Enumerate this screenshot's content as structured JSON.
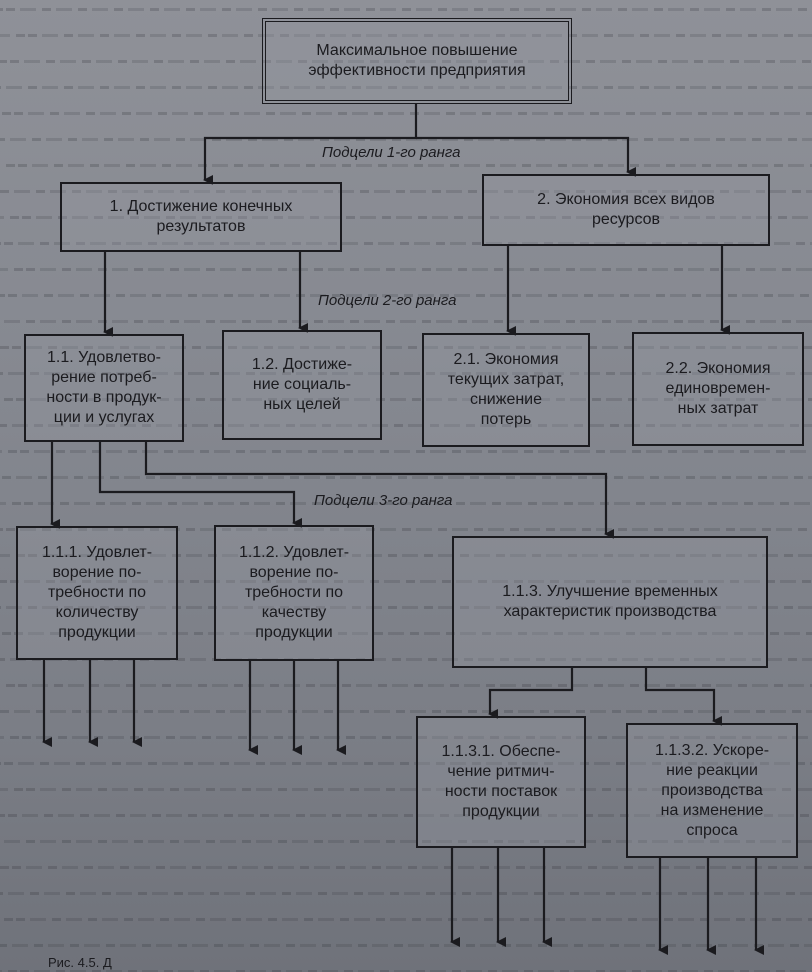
{
  "diagram": {
    "root": {
      "label": "Максимальное повышение\nэффективности предприятия"
    },
    "ranks": {
      "level1": "Подцели 1-го ранга",
      "level2": "Подцели 2-го ранга",
      "level3": "Подцели 3-го ранга"
    },
    "nodes": {
      "n1": "1. Достижение конечных\nрезультатов",
      "n2": "2. Экономия всех видов\nресурсов",
      "n11": "1.1. Удовлетво-\nрение потреб-\nности в продук-\nции и услугах",
      "n12": "1.2. Достиже-\nние социаль-\nных целей",
      "n21": "2.1. Экономия\nтекущих затрат,\nснижение\nпотерь",
      "n22": "2.2. Экономия\nединовремен-\nных затрат",
      "n111": "1.1.1. Удовлет-\nворение по-\nтребности по\nколичеству\nпродукции",
      "n112": "1.1.2. Удовлет-\nворение по-\nтребности по\nкачеству\nпродукции",
      "n113": "1.1.3. Улучшение временных\nхарактеристик производства",
      "n1131": "1.1.3.1. Обеспе-\nчение ритмич-\nности поставок\nпродукции",
      "n1132": "1.1.3.2. Ускоре-\nние реакции\nпроизводства\nна изменение\nспроса"
    },
    "caption": "Рис. 4.5. Д"
  }
}
